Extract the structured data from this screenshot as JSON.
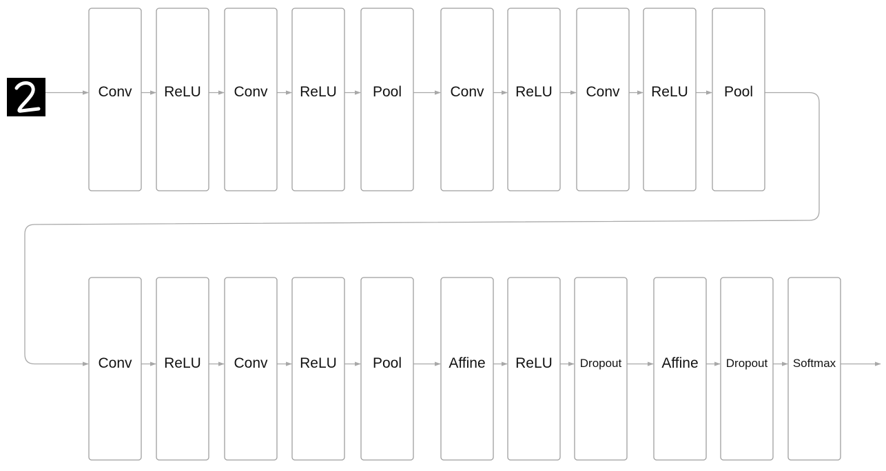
{
  "input": {
    "image": "handwritten-digit-2"
  },
  "rows": [
    {
      "layers": [
        "Conv",
        "ReLU",
        "Conv",
        "ReLU",
        "Pool",
        "Conv",
        "ReLU",
        "Conv",
        "ReLU",
        "Pool"
      ]
    },
    {
      "layers": [
        "Conv",
        "ReLU",
        "Conv",
        "ReLU",
        "Pool",
        "Affine",
        "ReLU",
        "Dropout",
        "Affine",
        "Dropout",
        "Softmax"
      ]
    }
  ],
  "colors": {
    "box_stroke": "#9e9e9e",
    "edge": "#a8a8a8",
    "text": "#111111"
  }
}
